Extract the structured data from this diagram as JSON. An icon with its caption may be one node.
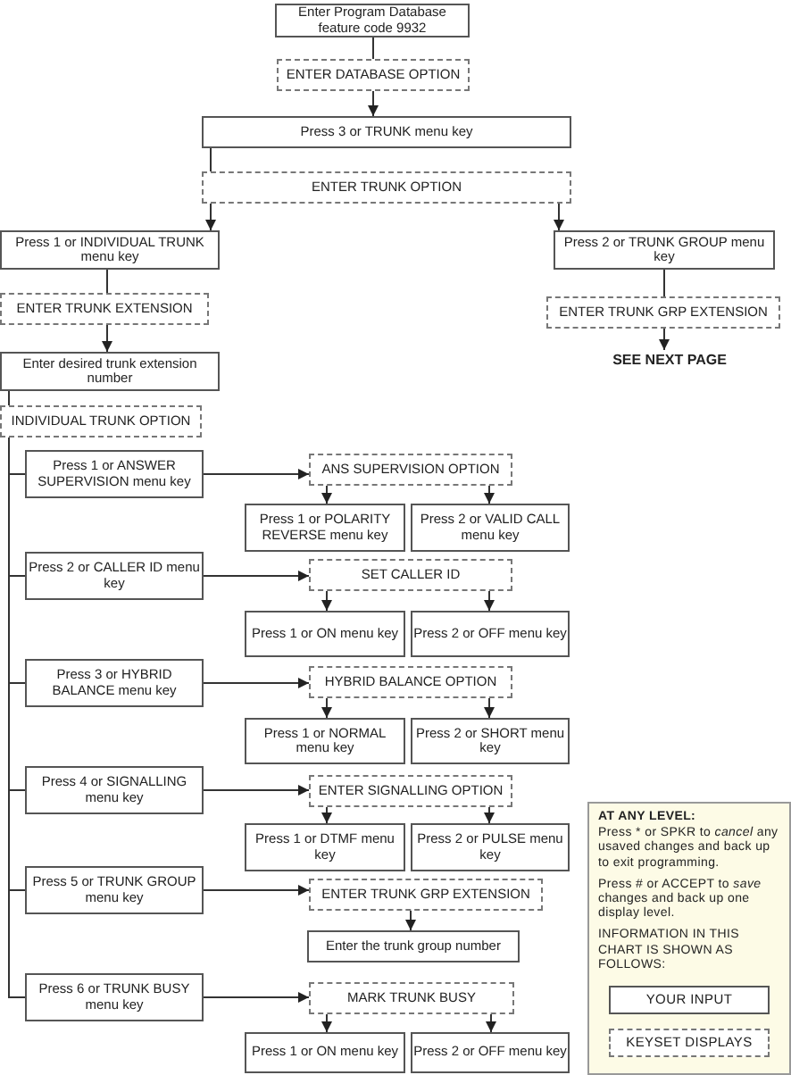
{
  "diagram": {
    "nodes": [
      {
        "text": [
          "Enter Program Database feature code 9932"
        ]
      },
      {
        "text": [
          "ENTER DATABASE OPTION"
        ]
      },
      {
        "text": [
          "Press 3 or TRUNK menu key"
        ]
      },
      {
        "text": [
          "ENTER TRUNK OPTION"
        ]
      },
      {
        "text": [
          "Press 1 or INDIVIDUAL TRUNK menu key"
        ]
      },
      {
        "text": [
          "Press 2 or TRUNK GROUP menu key"
        ]
      },
      {
        "text": [
          "ENTER TRUNK EXTENSION"
        ]
      },
      {
        "text": [
          "ENTER TRUNK GRP EXTENSION"
        ]
      },
      {
        "text": [
          "SEE NEXT PAGE"
        ]
      },
      {
        "text": [
          "Enter desired trunk extension number"
        ]
      },
      {
        "text": [
          "INDIVIDUAL TRUNK OPTION"
        ]
      },
      {
        "text": [
          "Press 1 or ANSWER SUPERVISION menu key"
        ]
      },
      {
        "text": [
          "ANS SUPERVISION OPTION"
        ]
      },
      {
        "text": [
          "Press 1 or POLARITY REVERSE menu key"
        ]
      },
      {
        "text": [
          "Press 2 or VALID CALL menu key"
        ]
      },
      {
        "text": [
          "Press 2 or CALLER ID menu key"
        ]
      },
      {
        "text": [
          "SET CALLER ID"
        ]
      },
      {
        "text": [
          "Press 1 or ON menu key"
        ]
      },
      {
        "text": [
          "Press 2 or OFF menu key"
        ]
      },
      {
        "text": [
          "Press 3 or HYBRID BALANCE menu key"
        ]
      },
      {
        "text": [
          "HYBRID BALANCE OPTION"
        ]
      },
      {
        "text": [
          "Press 1 or NORMAL menu key"
        ]
      },
      {
        "text": [
          "Press 2 or SHORT menu key"
        ]
      },
      {
        "text": [
          "Press 4 or SIGNALLING menu key"
        ]
      },
      {
        "text": [
          "ENTER SIGNALLING OPTION"
        ]
      },
      {
        "text": [
          "Press 1 or DTMF menu key"
        ]
      },
      {
        "text": [
          "Press 2 or PULSE menu key"
        ]
      },
      {
        "text": [
          "Press 5 or TRUNK GROUP menu key"
        ]
      },
      {
        "text": [
          "ENTER TRUNK GRP EXTENSION"
        ]
      },
      {
        "text": [
          "Enter the trunk group number"
        ]
      },
      {
        "text": [
          "Press 6 or TRUNK BUSY menu key"
        ]
      },
      {
        "text": [
          "MARK TRUNK BUSY"
        ]
      },
      {
        "text": [
          "Press 1 or ON menu key"
        ]
      },
      {
        "text": [
          "Press 2 or OFF menu key"
        ]
      },
      {
        "text": [
          "AT ANY LEVEL:",
          "Press * or SPKR to *cancel* any usaved changes and back up to exit programming.",
          "Press # or ACCEPT to *save* changes and back up one display level.",
          "INFORMATION IN THIS CHART IS SHOWN AS FOLLOWS:"
        ]
      },
      {
        "text": [
          "YOUR INPUT"
        ],
        "in": 34
      },
      {
        "text": [
          "KEYSET DISPLAYS"
        ],
        "in": 34
      }
    ],
    "edges": [
      {
        "from": 0,
        "to": 1,
        "arrow": "none"
      },
      {
        "from": 1,
        "to": 2,
        "arrow": "to"
      },
      {
        "from": 2,
        "to": 3,
        "arrow": "none"
      },
      {
        "from": 3,
        "to": 4,
        "arrow": "to"
      },
      {
        "from": 3,
        "to": 5,
        "arrow": "to"
      },
      {
        "from": 4,
        "to": 6,
        "arrow": "none"
      },
      {
        "from": 6,
        "to": 9,
        "arrow": "to"
      },
      {
        "from": 5,
        "to": 7,
        "arrow": "none"
      },
      {
        "from": 7,
        "to": 8,
        "arrow": "to"
      },
      {
        "from": 9,
        "to": 10,
        "arrow": "none"
      },
      {
        "from": 10,
        "to": 11,
        "arrow": "none"
      },
      {
        "from": 10,
        "to": 15,
        "arrow": "none"
      },
      {
        "from": 10,
        "to": 19,
        "arrow": "none"
      },
      {
        "from": 10,
        "to": 23,
        "arrow": "none"
      },
      {
        "from": 10,
        "to": 27,
        "arrow": "none"
      },
      {
        "from": 10,
        "to": 30,
        "arrow": "none"
      },
      {
        "from": 11,
        "to": 12,
        "arrow": "to"
      },
      {
        "from": 12,
        "to": 13,
        "arrow": "to"
      },
      {
        "from": 12,
        "to": 14,
        "arrow": "to"
      },
      {
        "from": 15,
        "to": 16,
        "arrow": "to"
      },
      {
        "from": 16,
        "to": 17,
        "arrow": "to"
      },
      {
        "from": 16,
        "to": 18,
        "arrow": "to"
      },
      {
        "from": 19,
        "to": 20,
        "arrow": "to"
      },
      {
        "from": 20,
        "to": 21,
        "arrow": "to"
      },
      {
        "from": 20,
        "to": 22,
        "arrow": "to"
      },
      {
        "from": 23,
        "to": 24,
        "arrow": "to"
      },
      {
        "from": 24,
        "to": 25,
        "arrow": "to"
      },
      {
        "from": 24,
        "to": 26,
        "arrow": "to"
      },
      {
        "from": 27,
        "to": 28,
        "arrow": "to"
      },
      {
        "from": 28,
        "to": 29,
        "arrow": "to"
      },
      {
        "from": 30,
        "to": 31,
        "arrow": "to"
      },
      {
        "from": 31,
        "to": 32,
        "arrow": "to"
      },
      {
        "from": 31,
        "to": 33,
        "arrow": "to"
      }
    ]
  }
}
